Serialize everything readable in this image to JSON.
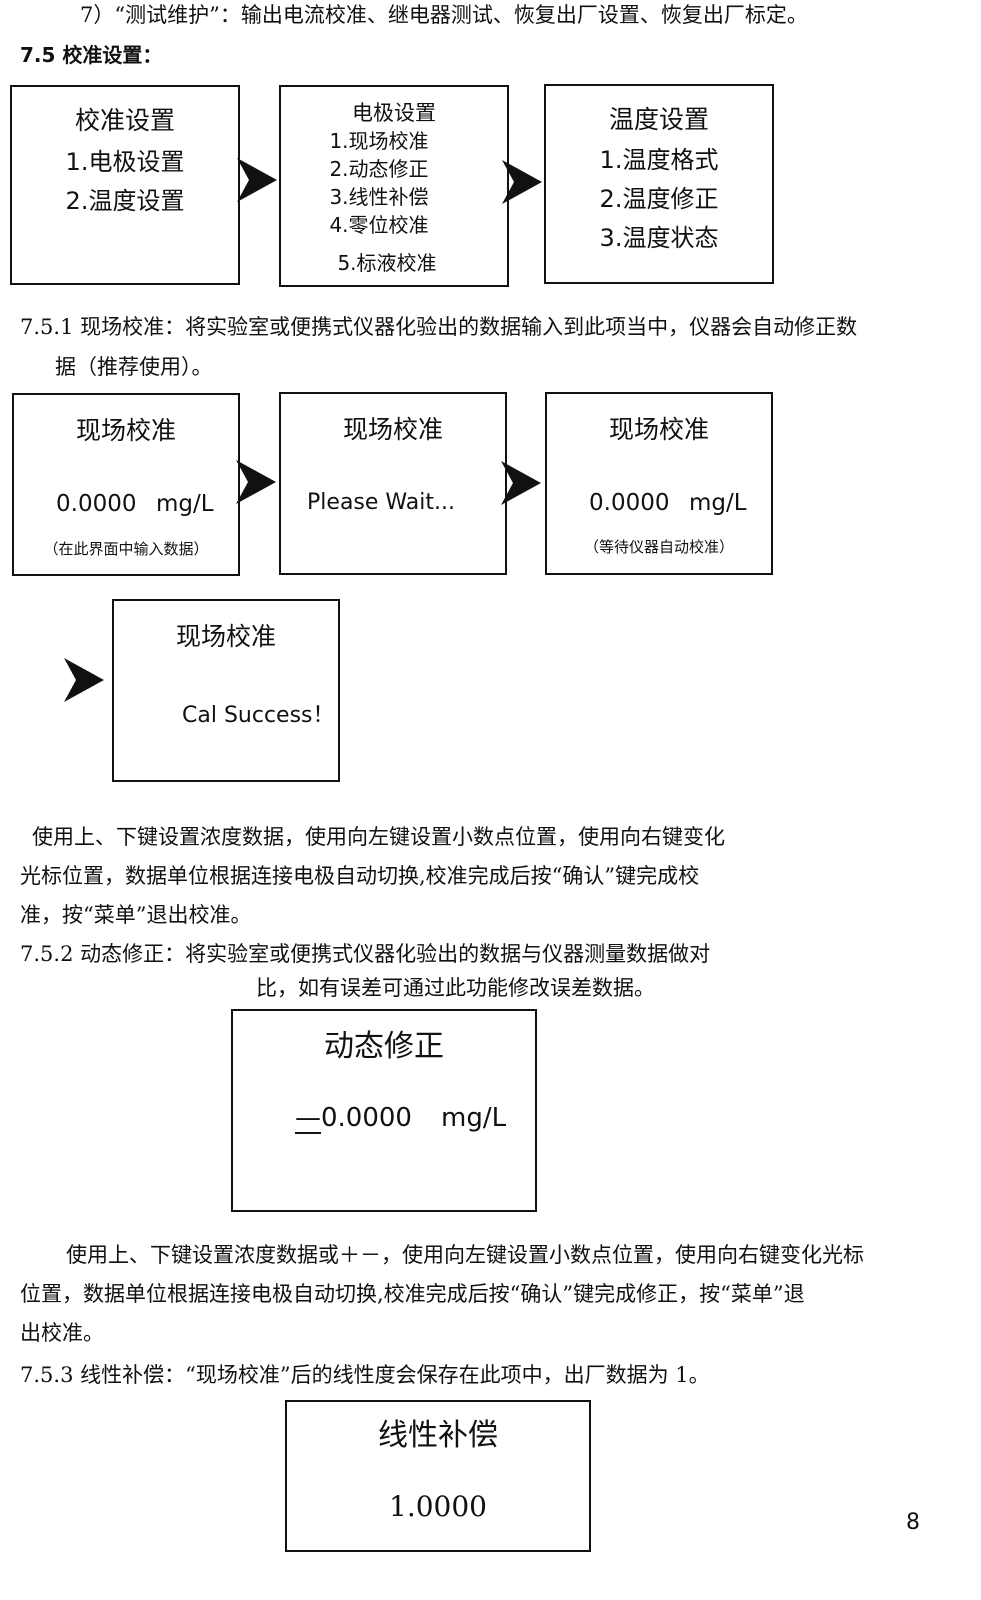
{
  "intro_line": "7）“测试维护”：输出电流校准、继电器测试、恢复出厂设置、恢复出厂标定。",
  "section_title": "7.5 校准设置：",
  "menu_boxes": [
    {
      "title": "校准设置",
      "items": [
        "1.电极设置",
        "2.温度设置"
      ]
    },
    {
      "title": "电极设置",
      "items": [
        "1.现场校准",
        "2.动态修正",
        "3.线性补偿",
        "4.零位校准",
        "5.标液校准"
      ]
    },
    {
      "title": "温度设置",
      "items": [
        "1.温度格式",
        "2.温度修正",
        "3.温度状态"
      ]
    }
  ],
  "s751": {
    "line1": "7.5.1 现场校准：将实验室或便携式仪器化验出的数据输入到此项当中，仪器会自动修正数",
    "line2": "据（推荐使用）。"
  },
  "field_cal_screens": [
    {
      "title": "现场校准",
      "value": "0.0000",
      "unit": "mg/L",
      "note": "（在此界面中输入数据）"
    },
    {
      "title": "现场校准",
      "message": "Please Wait..."
    },
    {
      "title": "现场校准",
      "value": "0.0000",
      "unit": "mg/L",
      "note": "（等待仪器自动校准）"
    },
    {
      "title": "现场校准",
      "message": "Cal Success！"
    }
  ],
  "para1": [
    "使用上、下键设置浓度数据，使用向左键设置小数点位置，使用向右键变化",
    "光标位置，数据单位根据连接电极自动切换,校准完成后按“确认”键完成校",
    "准，按“菜单”退出校准。"
  ],
  "s752": {
    "line1": "7.5.2 动态修正：将实验室或便携式仪器化验出的数据与仪器测量数据做对",
    "line2": "比，如有误差可通过此功能修改误差数据。"
  },
  "dynamic_screen": {
    "title": "动态修正",
    "sign": "—",
    "value": "0.0000",
    "unit": "mg/L"
  },
  "para2": [
    "使用上、下键设置浓度数据或＋－，使用向左键设置小数点位置，使用向右键变化光标",
    "位置，数据单位根据连接电极自动切换,校准完成后按“确认”键完成修正，按“菜单”退",
    "出校准。"
  ],
  "s753": "7.5.3 线性补偿：“现场校准”后的线性度会保存在此项中，出厂数据为 1。",
  "linear_screen": {
    "title": "线性补偿",
    "value": "1.0000"
  },
  "page_number": "8"
}
